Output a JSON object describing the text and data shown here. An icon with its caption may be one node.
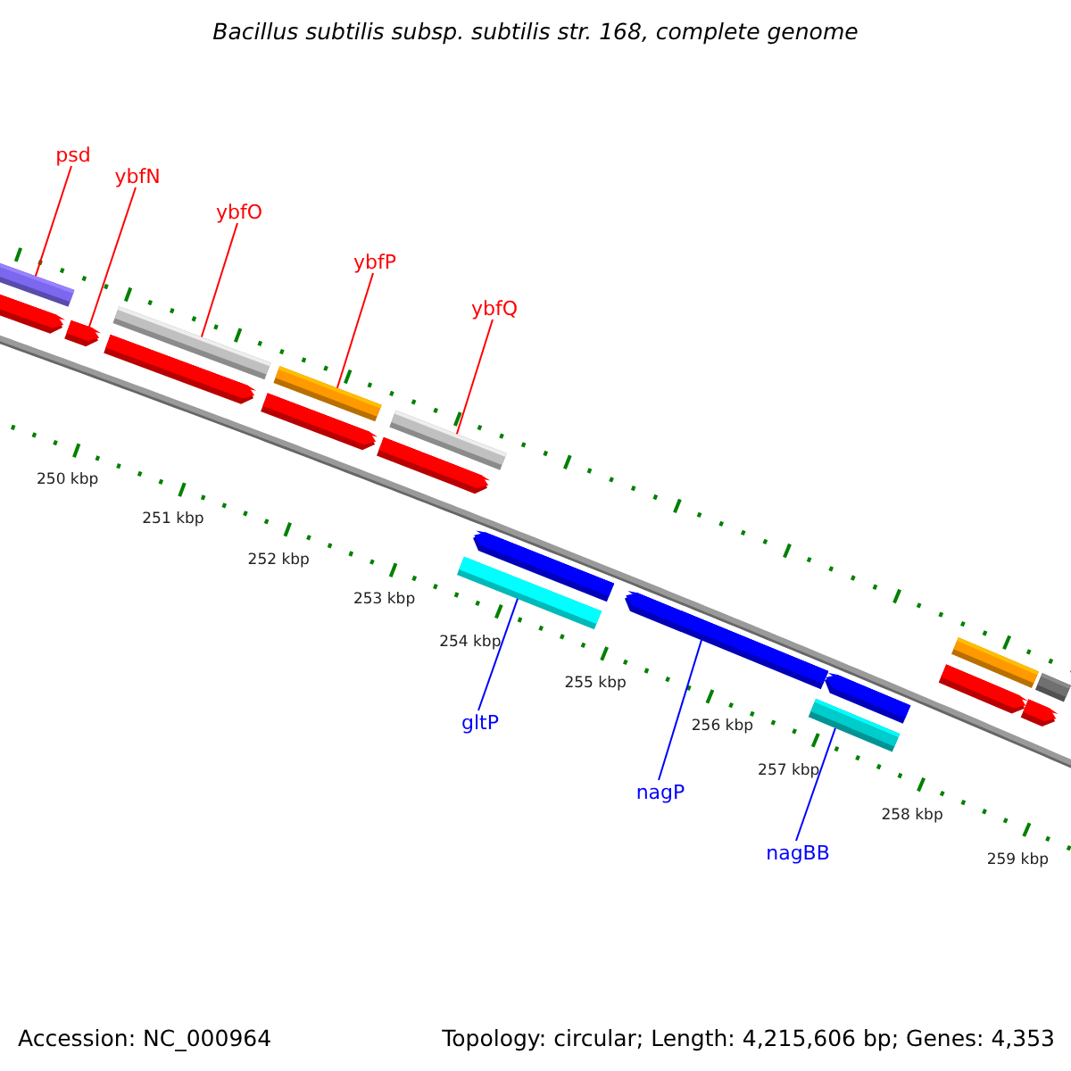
{
  "diagram": {
    "title": "Bacillus subtilis subsp. subtilis str. 168, complete genome",
    "nodes": [
      {
        "text": [
          "psd"
        ]
      },
      {
        "text": [],
        "shape": "bar"
      },
      {
        "text": [
          "ybfN"
        ]
      },
      {
        "text": [],
        "shape": "bar"
      },
      {
        "text": [
          "ybfO"
        ]
      },
      {
        "text": [],
        "shape": "bar"
      },
      {
        "text": [
          "ybfP"
        ]
      },
      {
        "text": [],
        "shape": "bar"
      },
      {
        "text": [
          "ybfQ"
        ]
      },
      {
        "text": [],
        "shape": "bar"
      },
      {
        "text": [
          "gltP"
        ]
      },
      {
        "text": [],
        "shape": "bar"
      },
      {
        "text": [
          "nagP"
        ]
      },
      {
        "text": [],
        "shape": "bar"
      },
      {
        "text": [
          "nagBB"
        ]
      },
      {
        "text": [],
        "shape": "bar"
      },
      {
        "text": [],
        "shape": "bar"
      },
      {
        "text": [],
        "shape": "bar"
      },
      {
        "text": [],
        "shape": "bar"
      },
      {
        "text": [],
        "shape": "bar"
      },
      {
        "text": [],
        "shape": "bar"
      },
      {
        "text": [],
        "shape": "bar"
      },
      {
        "text": [],
        "shape": "bar"
      },
      {
        "text": [],
        "shape": "bar"
      },
      {
        "text": [],
        "shape": "bar"
      },
      {
        "text": [],
        "shape": "bar"
      }
    ],
    "edges": [
      {
        "from": 0,
        "to": 1,
        "arrow": "none"
      },
      {
        "from": 2,
        "to": 3,
        "arrow": "none"
      },
      {
        "from": 4,
        "to": 5,
        "arrow": "none"
      },
      {
        "from": 6,
        "to": 7,
        "arrow": "none"
      },
      {
        "from": 8,
        "to": 9,
        "arrow": "none"
      },
      {
        "from": 10,
        "to": 11,
        "arrow": "none",
        "color": "#0000ff"
      },
      {
        "from": 12,
        "to": 13,
        "arrow": "none",
        "color": "#0000ff"
      },
      {
        "from": 14,
        "to": 15,
        "arrow": "none",
        "color": "#0000ff"
      }
    ],
    "labels": [
      "250 kbp",
      "251 kbp",
      "252 kbp",
      "253 kbp",
      "254 kbp",
      "255 kbp",
      "256 kbp",
      "257 kbp",
      "258 kbp",
      "259 kbp",
      "Accession: NC_000964",
      "Topology: circular; Length: 4,215,606 bp; Genes: 4,353"
    ]
  }
}
